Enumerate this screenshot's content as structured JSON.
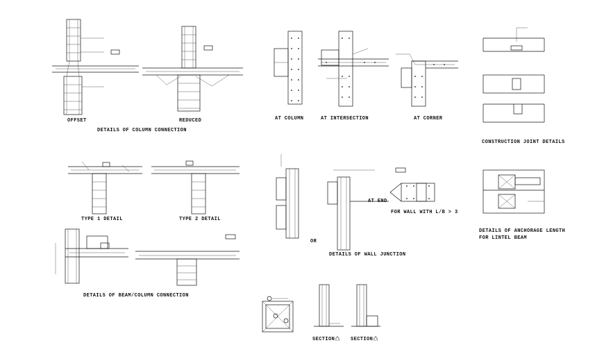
{
  "titles": {
    "offset": "OFFSET",
    "reduced": "REDUCED",
    "column_connection": "DETAILS OF COLUMN CONNECTION",
    "at_column": "AT COLUMN",
    "at_intersection": "AT INTERSECTION",
    "at_corner": "AT CORNER",
    "construction_joint": "CONSTRUCTION JOINT DETAILS",
    "type1": "TYPE 1 DETAIL",
    "type2": "TYPE 2 DETAIL",
    "beam_column": "DETAILS OF BEAM/COLUMN CONNECTION",
    "at_end": "AT END",
    "or": "OR",
    "wall_lb": "FOR WALL WITH L/B > 3",
    "wall_junction": "DETAILS OF WALL JUNCTION",
    "anchorage_1": "DETAILS OF ANCHORAGE LENGTH",
    "anchorage_2": "FOR LINTEL BEAM",
    "section_1": "SECTION",
    "section_2": "SECTION"
  }
}
